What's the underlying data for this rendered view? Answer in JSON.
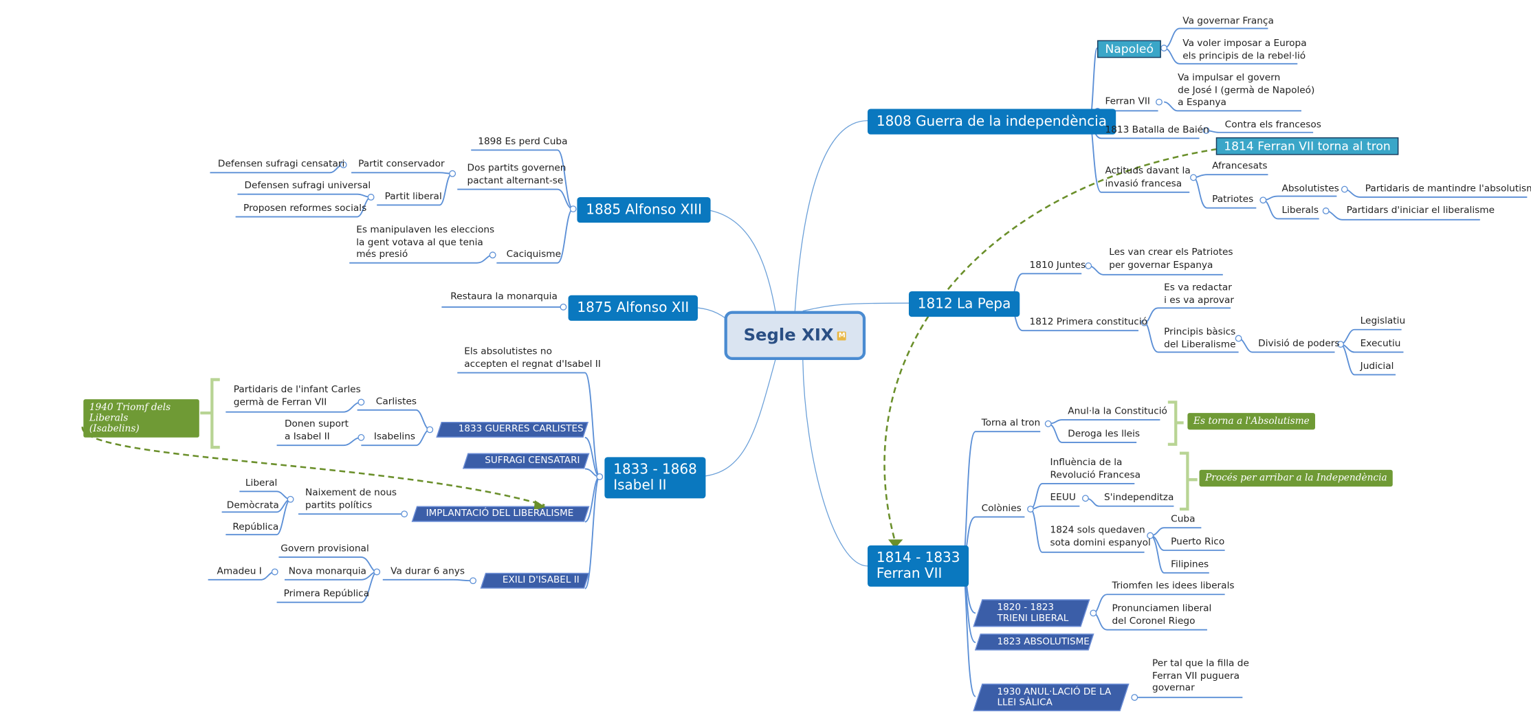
{
  "central": {
    "title": "Segle XIX",
    "badge": "M"
  },
  "topics": {
    "guerra": "1808 Guerra de la independència",
    "pepa": "1812 La Pepa",
    "ferran": "1814 - 1833\nFerran VII",
    "alfonso13": "1885 Alfonso XIII",
    "alfonso12": "1875 Alfonso XII",
    "isabel": "1833 - 1868\nIsabel II"
  },
  "guerra": {
    "napoleo": "Napoleó",
    "napoleo_1": "Va governar França",
    "napoleo_2": "Va voler imposar a Europa\nels principis de la rebel·lió",
    "ferran": "Ferran VII",
    "ferran_1": "Va impulsar el govern\nde José I (germà de Napoleó)\na Espanya",
    "baien": "1813 Batalla de Baién",
    "baien_1": "Contra els francesos",
    "torna": "1814 Ferran VII torna al tron",
    "actituds": "Actituds davant la\ninvasió francesa",
    "afrancesats": "Afrancesats",
    "patriotes": "Patriotes",
    "absolutistes": "Absolutistes",
    "absolutistes_1": "Partidaris de mantindre l'absolutisme",
    "liberals": "Liberals",
    "liberals_1": "Partidars d'iniciar el liberalisme"
  },
  "pepa": {
    "juntes": "1810 Juntes",
    "juntes_1": "Les van crear els Patriotes\nper governar Espanya",
    "constitucio": "1812 Primera constitució",
    "redactar": "Es va redactar\ni es va aprovar",
    "principis": "Principis bàsics\ndel Liberalisme",
    "divisio": "Divisió de poders",
    "legislatiu": "Legislatiu",
    "executiu": "Executiu",
    "judicial": "Judicial"
  },
  "ferran": {
    "tron": "Torna al tron",
    "anul": "Anul·la la Constitució",
    "deroga": "Deroga les lleis",
    "callout_abs": "Es torna a l'Absolutisme",
    "colonies": "Colònies",
    "influencia": "Influència de la\nRevolució Francesa",
    "eeuu": "EEUU",
    "independitza": "S'independitza",
    "callout_ind": "Procés per arribar a la Independència",
    "quedaven": "1824 sols quedaven\nsota domini espanyol",
    "cuba": "Cuba",
    "puerto": "Puerto Rico",
    "filipines": "Filipines",
    "trieni": "1820 - 1823\nTRIENI LIBERAL",
    "triomfen": "Triomfen les idees liberals",
    "pronunciamen": "Pronunciamen liberal\ndel Coronel Riego",
    "absolutisme": "1823 ABSOLUTISME",
    "salica": "1930 ANUL·LACIÓ DE LA\nLLEI SÀLICA",
    "salica_1": "Per tal que la filla de\nFerran VII puguera\ngovernar"
  },
  "alfonso13": {
    "cuba": "1898 Es perd Cuba",
    "dos": "Dos partits governen\npactant alternant-se",
    "conservador": "Partit conservador",
    "censatari": "Defensen sufragi censatari",
    "liberal": "Partit liberal",
    "universal": "Defensen sufragi universal",
    "reformes": "Proposen reformes socials",
    "caciquisme": "Caciquisme",
    "manipulaven": "Es manipulaven les eleccions\nla gent votava al que tenia\nmés presió"
  },
  "alfonso12": {
    "restaura": "Restaura la monarquia"
  },
  "isabel": {
    "absolutistes": "Els absolutistes no\naccepten el regnat d'Isabel II",
    "guerres": "1833 GUERRES CARLISTES",
    "carlistes": "Carlistes",
    "carlistes_1": "Partidaris de l'infant Carles\ngermà de Ferran VII",
    "isabelins": "Isabelins",
    "isabelins_1": "Donen suport\na Isabel II",
    "callout": "1940 Triomf dels Liberals\n(Isabelins)",
    "sufragi": "SUFRAGI CENSATARI",
    "implantacio": "IMPLANTACIÓ DEL LIBERALISME",
    "naixement": "Naixement de nous\npartits polítics",
    "liberal": "Liberal",
    "democrata": "Demòcrata",
    "republica": "República",
    "exili": "EXILI D'ISABEL II",
    "sis": "Va durar 6 anys",
    "govern": "Govern provisional",
    "monarquia": "Nova monarquia",
    "amadeu": "Amadeu I",
    "primera": "Primera República"
  },
  "colors": {
    "topic": "#0a78bf",
    "line": "#5b8fd6",
    "callout": "#6f9a35",
    "para": "#3b5ea8"
  }
}
